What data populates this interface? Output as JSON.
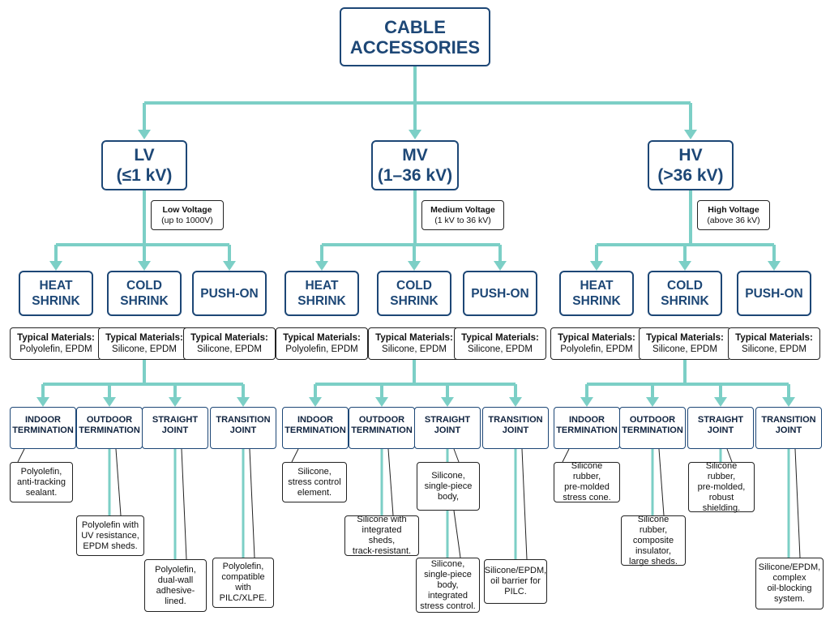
{
  "title_lines": [
    "CABLE",
    "ACCESSORIES"
  ],
  "colors": {
    "connector": "#7ccfc6",
    "box_border": "#1d4776",
    "text": "#1d4776"
  },
  "voltage_classes": [
    {
      "id": "lv",
      "lines": [
        "LV",
        "(≤1 kV)"
      ],
      "note_title": "Low Voltage",
      "note_text": "(up to 1000V)"
    },
    {
      "id": "mv",
      "lines": [
        "MV",
        "(1–36 kV)"
      ],
      "note_title": "Medium Voltage",
      "note_text": "(1 kV to 36 kV)"
    },
    {
      "id": "hv",
      "lines": [
        "HV",
        "(>36 kV)"
      ],
      "note_title": "High Voltage",
      "note_text": "(above 36 kV)"
    }
  ],
  "types": [
    {
      "lines": [
        "HEAT",
        "SHRINK"
      ],
      "materials_label": "Typical Materials:",
      "materials": "Polyolefin, EPDM"
    },
    {
      "lines": [
        "COLD",
        "SHRINK"
      ],
      "materials_label": "Typical Materials:",
      "materials": "Silicone, EPDM"
    },
    {
      "lines": [
        "PUSH-ON"
      ],
      "materials_label": "Typical Materials:",
      "materials": "Silicone, EPDM"
    }
  ],
  "accessory_headers": [
    [
      "INDOOR",
      "TERMINATION"
    ],
    [
      "OUTDOOR",
      "TERMINATION"
    ],
    [
      "STRAIGHT",
      "JOINT"
    ],
    [
      "TRANSITION",
      "JOINT"
    ]
  ],
  "accessory_notes": {
    "lv": [
      [
        "Polyolefin,",
        "anti-tracking",
        "sealant."
      ],
      [
        "Polyolefin with",
        "UV resistance,",
        "EPDM sheds."
      ],
      [
        "Polyolefin,",
        "dual-wall",
        "adhesive-lined."
      ],
      [
        "Polyolefin,",
        "compatible",
        "with",
        "PILC/XLPE."
      ]
    ],
    "mv": [
      [
        "Silicone,",
        "stress control",
        "element."
      ],
      [
        "Silicone with",
        "integrated sheds,",
        "track-resistant."
      ],
      [
        "Silicone,",
        "single-piece",
        "body,"
      ],
      [
        "Silicone/EPDM,",
        "oil barrier for",
        "PILC."
      ]
    ],
    "mv_extra": [
      "Silicone,",
      "single-piece",
      "body,",
      "integrated",
      "stress control."
    ],
    "hv": [
      [
        "Silicone rubber,",
        "pre-molded",
        "stress cone."
      ],
      [
        "Silicone rubber,",
        "composite",
        "insulator,",
        "large sheds."
      ],
      [
        "Silicone rubber,",
        "pre-molded,",
        "robust",
        "shielding."
      ],
      [
        "Silicone/EPDM,",
        "complex",
        "oil-blocking",
        "system."
      ]
    ]
  }
}
